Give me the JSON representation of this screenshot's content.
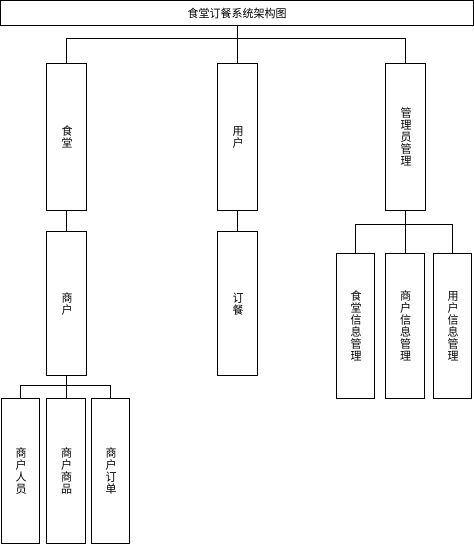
{
  "title": "食堂订餐系统架构图",
  "nodes": {
    "canteen": "食堂",
    "user": "用户",
    "admin": "管理员管理",
    "merchant": "商户",
    "order": "订餐",
    "canteen_info": "食堂信息管理",
    "merchant_info": "商户信息管理",
    "user_info": "用户信息管理",
    "merchant_staff": "商户人员",
    "merchant_goods": "商户商品",
    "merchant_orders": "商户订单"
  },
  "colors": {
    "line": "#000000",
    "background": "#ffffff"
  }
}
